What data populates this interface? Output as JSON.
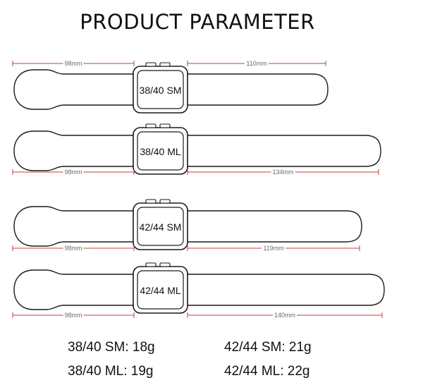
{
  "title": "PRODUCT PARAMETER",
  "colors": {
    "dimension_line": "#c0413a",
    "dimension_text": "#6a6a6a",
    "outline": "#1a1a1a"
  },
  "bands": [
    {
      "size_label": "38/40 SM",
      "left_dim": "98mm",
      "right_dim": "110mm"
    },
    {
      "size_label": "38/40 ML",
      "left_dim": "98mm",
      "right_dim": "134mm"
    },
    {
      "size_label": "42/44 SM",
      "left_dim": "98mm",
      "right_dim": "119mm"
    },
    {
      "size_label": "42/44 ML",
      "left_dim": "98mm",
      "right_dim": "140mm"
    }
  ],
  "weights": [
    {
      "text": "38/40 SM: 18g"
    },
    {
      "text": "42/44 SM: 21g"
    },
    {
      "text": "38/40 ML: 19g"
    },
    {
      "text": "42/44 ML: 22g"
    }
  ]
}
